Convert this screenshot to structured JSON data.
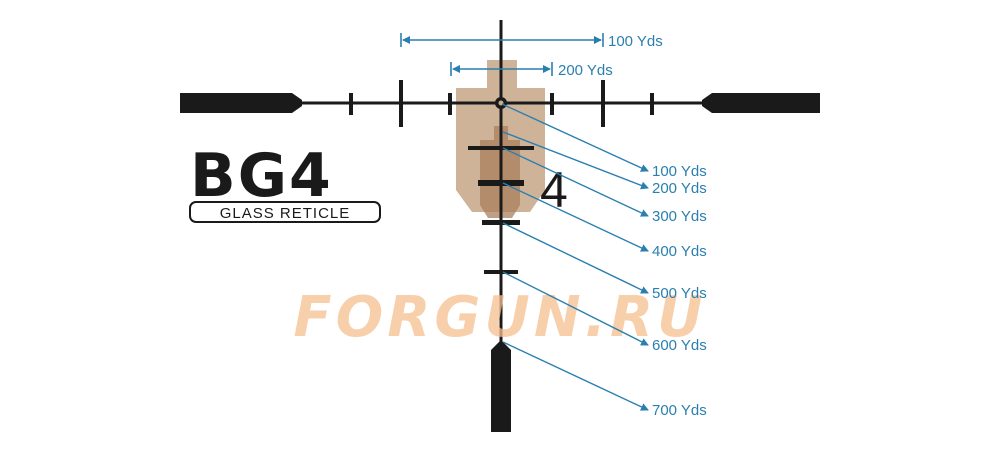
{
  "brand": {
    "title": "BG4",
    "subtitle": "GLASS RETICLE"
  },
  "reticle": {
    "silhouette_number": "4"
  },
  "width_labels": [
    "100 Yds",
    "200 Yds"
  ],
  "range_labels": [
    "100 Yds",
    "200 Yds",
    "300 Yds",
    "400 Yds",
    "500 Yds",
    "600 Yds",
    "700 Yds"
  ],
  "watermark": "FORGUN.RU",
  "colors": {
    "reticle": "#1a1a1a",
    "callout": "#2a7fb0",
    "silhouette_light": "#c9ab8e",
    "silhouette_dark": "#a97f5c",
    "watermark": "#f6c08f"
  }
}
